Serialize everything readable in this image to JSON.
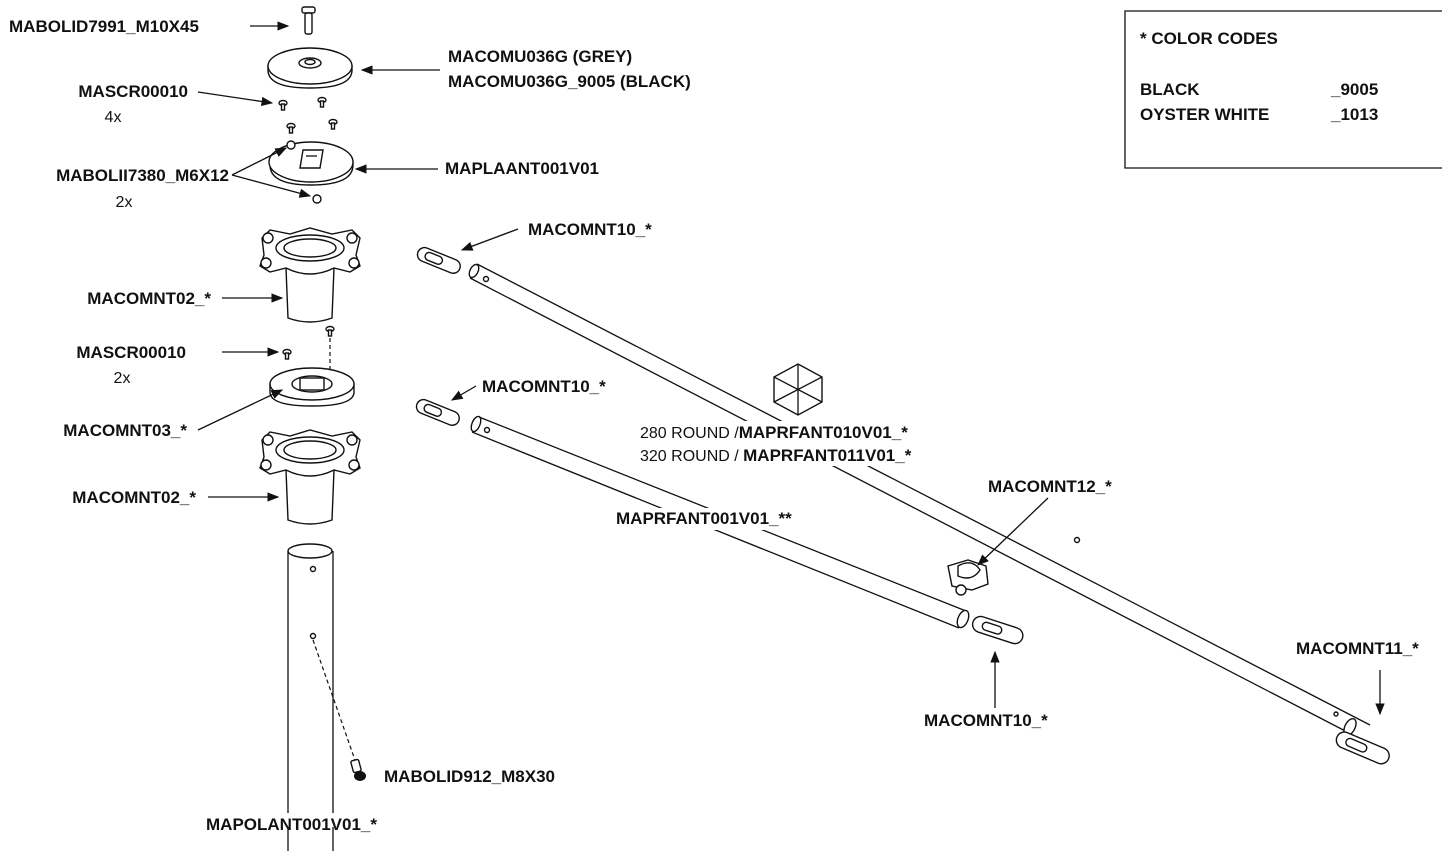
{
  "legend": {
    "title": "* COLOR CODES",
    "rows": [
      {
        "name": "BLACK",
        "code": "_9005"
      },
      {
        "name": "OYSTER WHITE",
        "code": "_1013"
      }
    ]
  },
  "labels": {
    "bolt_top": "MABOLID7991_M10X45",
    "cover_grey": "MACOMU036G (GREY)",
    "cover_black": "MACOMU036G_9005 (BLACK)",
    "screw_top": "MASCR00010",
    "screw_top_qty": "4x",
    "plate": "MAPLAANT001V01",
    "bolt_plate": "MABOLII7380_M6X12",
    "bolt_plate_qty": "2x",
    "hub_upper": "MACOMNT02_*",
    "arm_end_upper": "MACOMNT10_*",
    "screw_mid": "MASCR00010",
    "screw_mid_qty": "2x",
    "ring": "MACOMNT03_*",
    "arm_end_lower": "MACOMNT10_*",
    "hub_lower": "MACOMNT02_*",
    "rib_280_prefix": "280 ROUND /",
    "rib_280_code": "MAPRFANT010V01_*",
    "rib_320_prefix": "320 ROUND / ",
    "rib_320_code": "MAPRFANT011V01_*",
    "strut": "MAPRFANT001V01_**",
    "clip": "MACOMNT12_*",
    "end_cap_strut": "MACOMNT10_*",
    "end_cap_rib": "MACOMNT11_*",
    "bolt_pole": "MABOLID912_M8X30",
    "pole": "MAPOLANT001V01_*"
  }
}
